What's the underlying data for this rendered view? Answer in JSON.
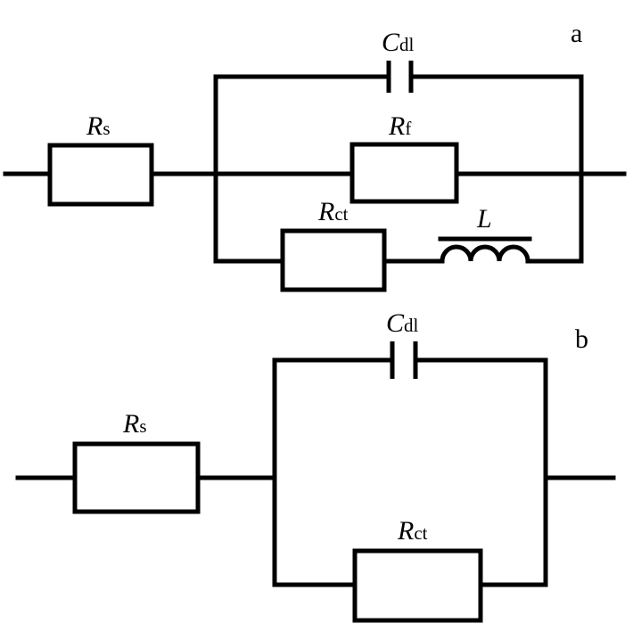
{
  "diagram_a": {
    "panel_label": "a",
    "components": {
      "Rs": {
        "symbol": "R",
        "subscript": "s"
      },
      "Cdl": {
        "symbol": "C",
        "subscript": "dl"
      },
      "Rf": {
        "symbol": "R",
        "subscript": "f"
      },
      "Rct": {
        "symbol": "R",
        "subscript": "ct"
      },
      "L": {
        "symbol": "L",
        "subscript": ""
      }
    }
  },
  "diagram_b": {
    "panel_label": "b",
    "components": {
      "Rs": {
        "symbol": "R",
        "subscript": "s"
      },
      "Cdl": {
        "symbol": "C",
        "subscript": "dl"
      },
      "Rct": {
        "symbol": "R",
        "subscript": "ct"
      }
    }
  }
}
